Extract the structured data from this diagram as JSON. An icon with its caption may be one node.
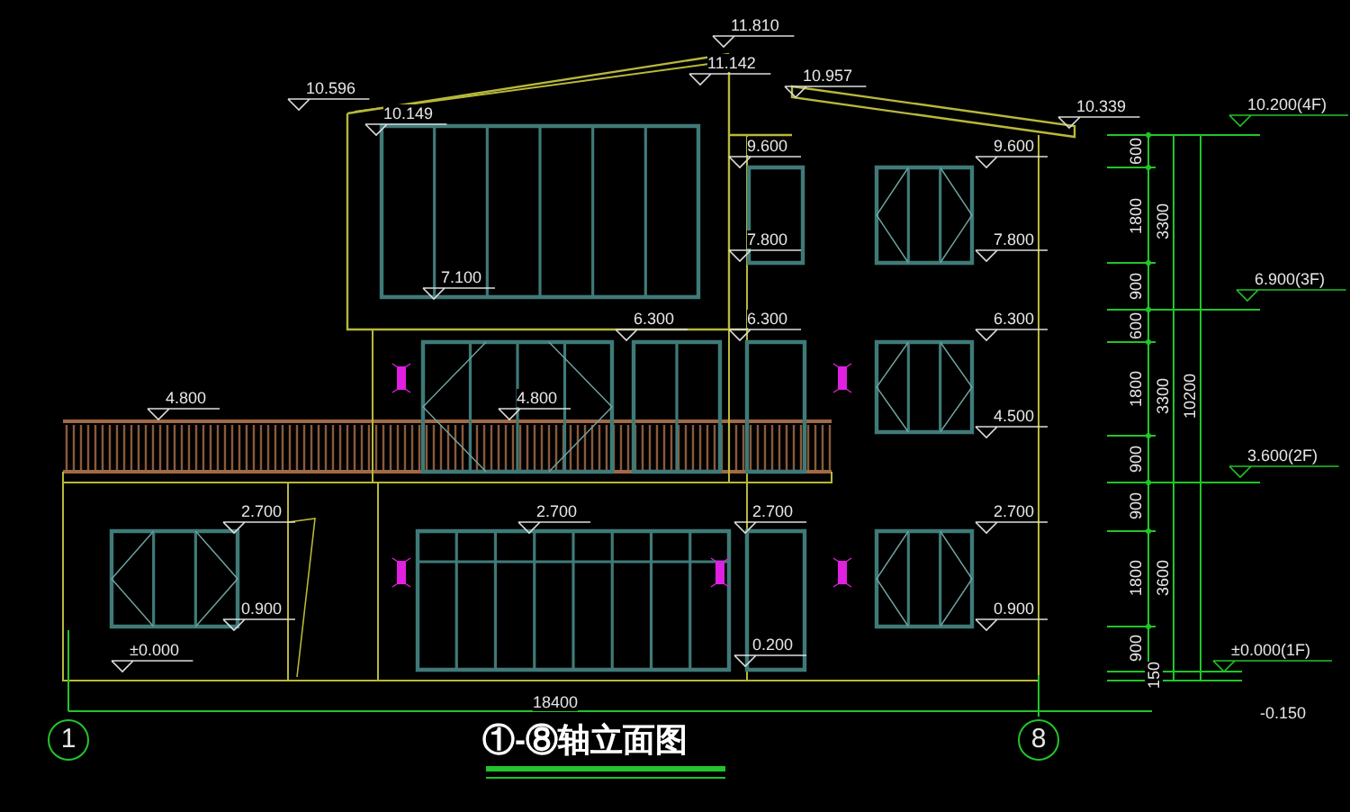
{
  "diagram": {
    "title": "①-⑧轴立面图",
    "labels": [
      "11.810",
      "10.596",
      "11.142",
      "10.957",
      "10.149",
      "10.339",
      "10.200(4F)",
      "9.600",
      "9.600",
      "600",
      "7.800",
      "7.800",
      "1800",
      "3300",
      "7.100",
      "900",
      "6.900(3F)",
      "6.300",
      "6.300",
      "6.300",
      "600",
      "4.800",
      "4.800",
      "1800",
      "3300",
      "10200",
      "4.500",
      "900",
      "3.600(2F)",
      "2.700",
      "2.700",
      "2.700",
      "2.700",
      "900",
      "1800",
      "3600",
      "0.900",
      "0.900",
      "±0.000",
      "0.200",
      "900",
      "±0.000(1F)",
      "150",
      "18400",
      "-0.150",
      "1",
      "8"
    ]
  }
}
